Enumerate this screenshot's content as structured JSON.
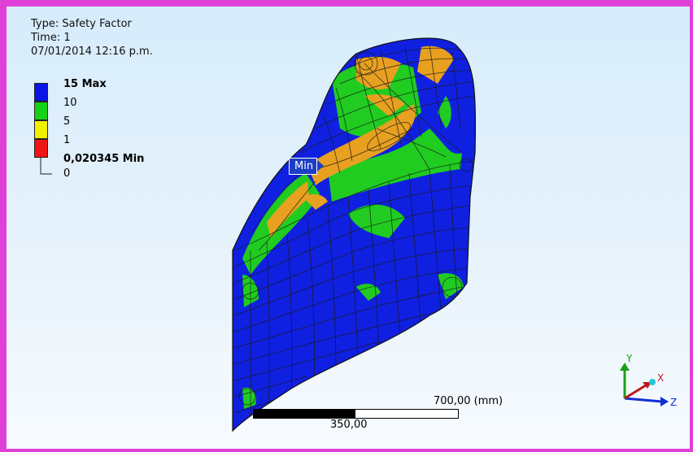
{
  "result": {
    "type_line": "Type: Safety Factor",
    "time_line": "Time: 1",
    "date_line": "07/01/2014 12:16 p.m."
  },
  "legend": {
    "entries": [
      {
        "label": "15 Max",
        "color": "#0a14e6",
        "bold": true
      },
      {
        "label": "10",
        "color": "#14d214",
        "bold": false
      },
      {
        "label": "5",
        "color": "#f0f000",
        "bold": false
      },
      {
        "label": "1",
        "color": "#f01414",
        "bold": false
      },
      {
        "label": "0,020345 Min",
        "color": "",
        "bold": true
      }
    ],
    "zero_label": "0"
  },
  "probe": {
    "label": "Min"
  },
  "scale": {
    "total_label": "700,00 (mm)",
    "half_label": "350,00"
  },
  "triad": {
    "y": "Y",
    "x": "X",
    "z": "Z"
  },
  "colors": {
    "frame": "#e040d8",
    "mesh_blue": "#1020e0",
    "mesh_green": "#20cc20",
    "mesh_orange": "#e8a020"
  }
}
